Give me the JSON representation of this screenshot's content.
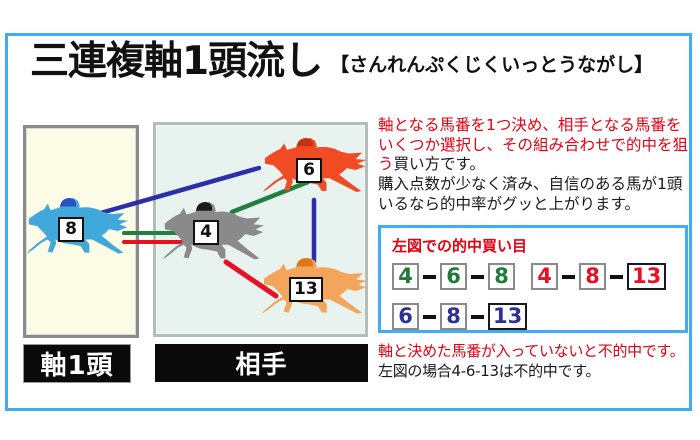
{
  "title": {
    "main": "三連複軸1頭流し",
    "reading": "【さんれんぷくじくいっとうながし】"
  },
  "figure": {
    "axis_label": "軸1頭",
    "partner_label": "相手",
    "horses": {
      "axis": {
        "number": "8",
        "color": "#41a8dc",
        "cap_color": "#2a52be"
      },
      "partner6": {
        "number": "6",
        "color": "#f04b23",
        "cap_color": "#c83014"
      },
      "partner4": {
        "number": "4",
        "color": "#8a8a8a",
        "cap_color": "#1a1a1a"
      },
      "partner13": {
        "number": "13",
        "color": "#f3a55c",
        "cap_color": "#e07818"
      }
    },
    "line_colors": {
      "green": "#1f8040",
      "red": "#e81123",
      "blue": "#2b2fa8"
    }
  },
  "description": {
    "paragraphs": [
      {
        "segments": [
          {
            "text": "軸となる馬番を1つ決め、相手となる馬番をいくつか選択し、その組み合わせで的中を狙う",
            "color": "#e60012"
          },
          {
            "text": "買い方です。",
            "color": "#1a1a1a"
          }
        ]
      },
      {
        "segments": [
          {
            "text": "購入点数が少なく済み、自信のある馬が1頭いるなら的中率がグッと上がります。",
            "color": "#1a1a1a"
          }
        ]
      }
    ]
  },
  "buy_box": {
    "title": "左図での的中買い目",
    "title_color": "#e60012",
    "border_color": "#3faef0",
    "rows": [
      [
        {
          "numbers": [
            "4",
            "6",
            "8"
          ],
          "color": "#1f7a3c"
        },
        {
          "numbers": [
            "4",
            "8",
            "13"
          ],
          "color": "#e81123"
        }
      ],
      [
        {
          "numbers": [
            "6",
            "8",
            "13"
          ],
          "color": "#2e3192"
        }
      ]
    ]
  },
  "note": {
    "line1": {
      "text": "軸と決めた馬番が入っていないと不的中です。",
      "color": "#e60012"
    },
    "line2": {
      "text": "左図の場合4-6-13は不的中です。",
      "color": "#1a1a1a"
    }
  },
  "frame_color": "#3faef0"
}
